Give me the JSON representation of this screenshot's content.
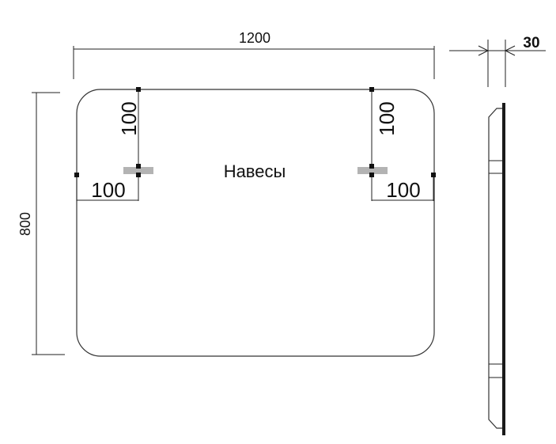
{
  "drawing": {
    "width_label": "1200",
    "height_label": "800",
    "depth_label": "30",
    "hanger_label": "Навесы",
    "left_hanger": {
      "top_offset": "100",
      "side_offset": "100"
    },
    "right_hanger": {
      "top_offset": "100",
      "side_offset": "100"
    },
    "colors": {
      "line": "#222222",
      "hanger": "#b3b3b3",
      "frame": "#1a1a1a"
    }
  }
}
